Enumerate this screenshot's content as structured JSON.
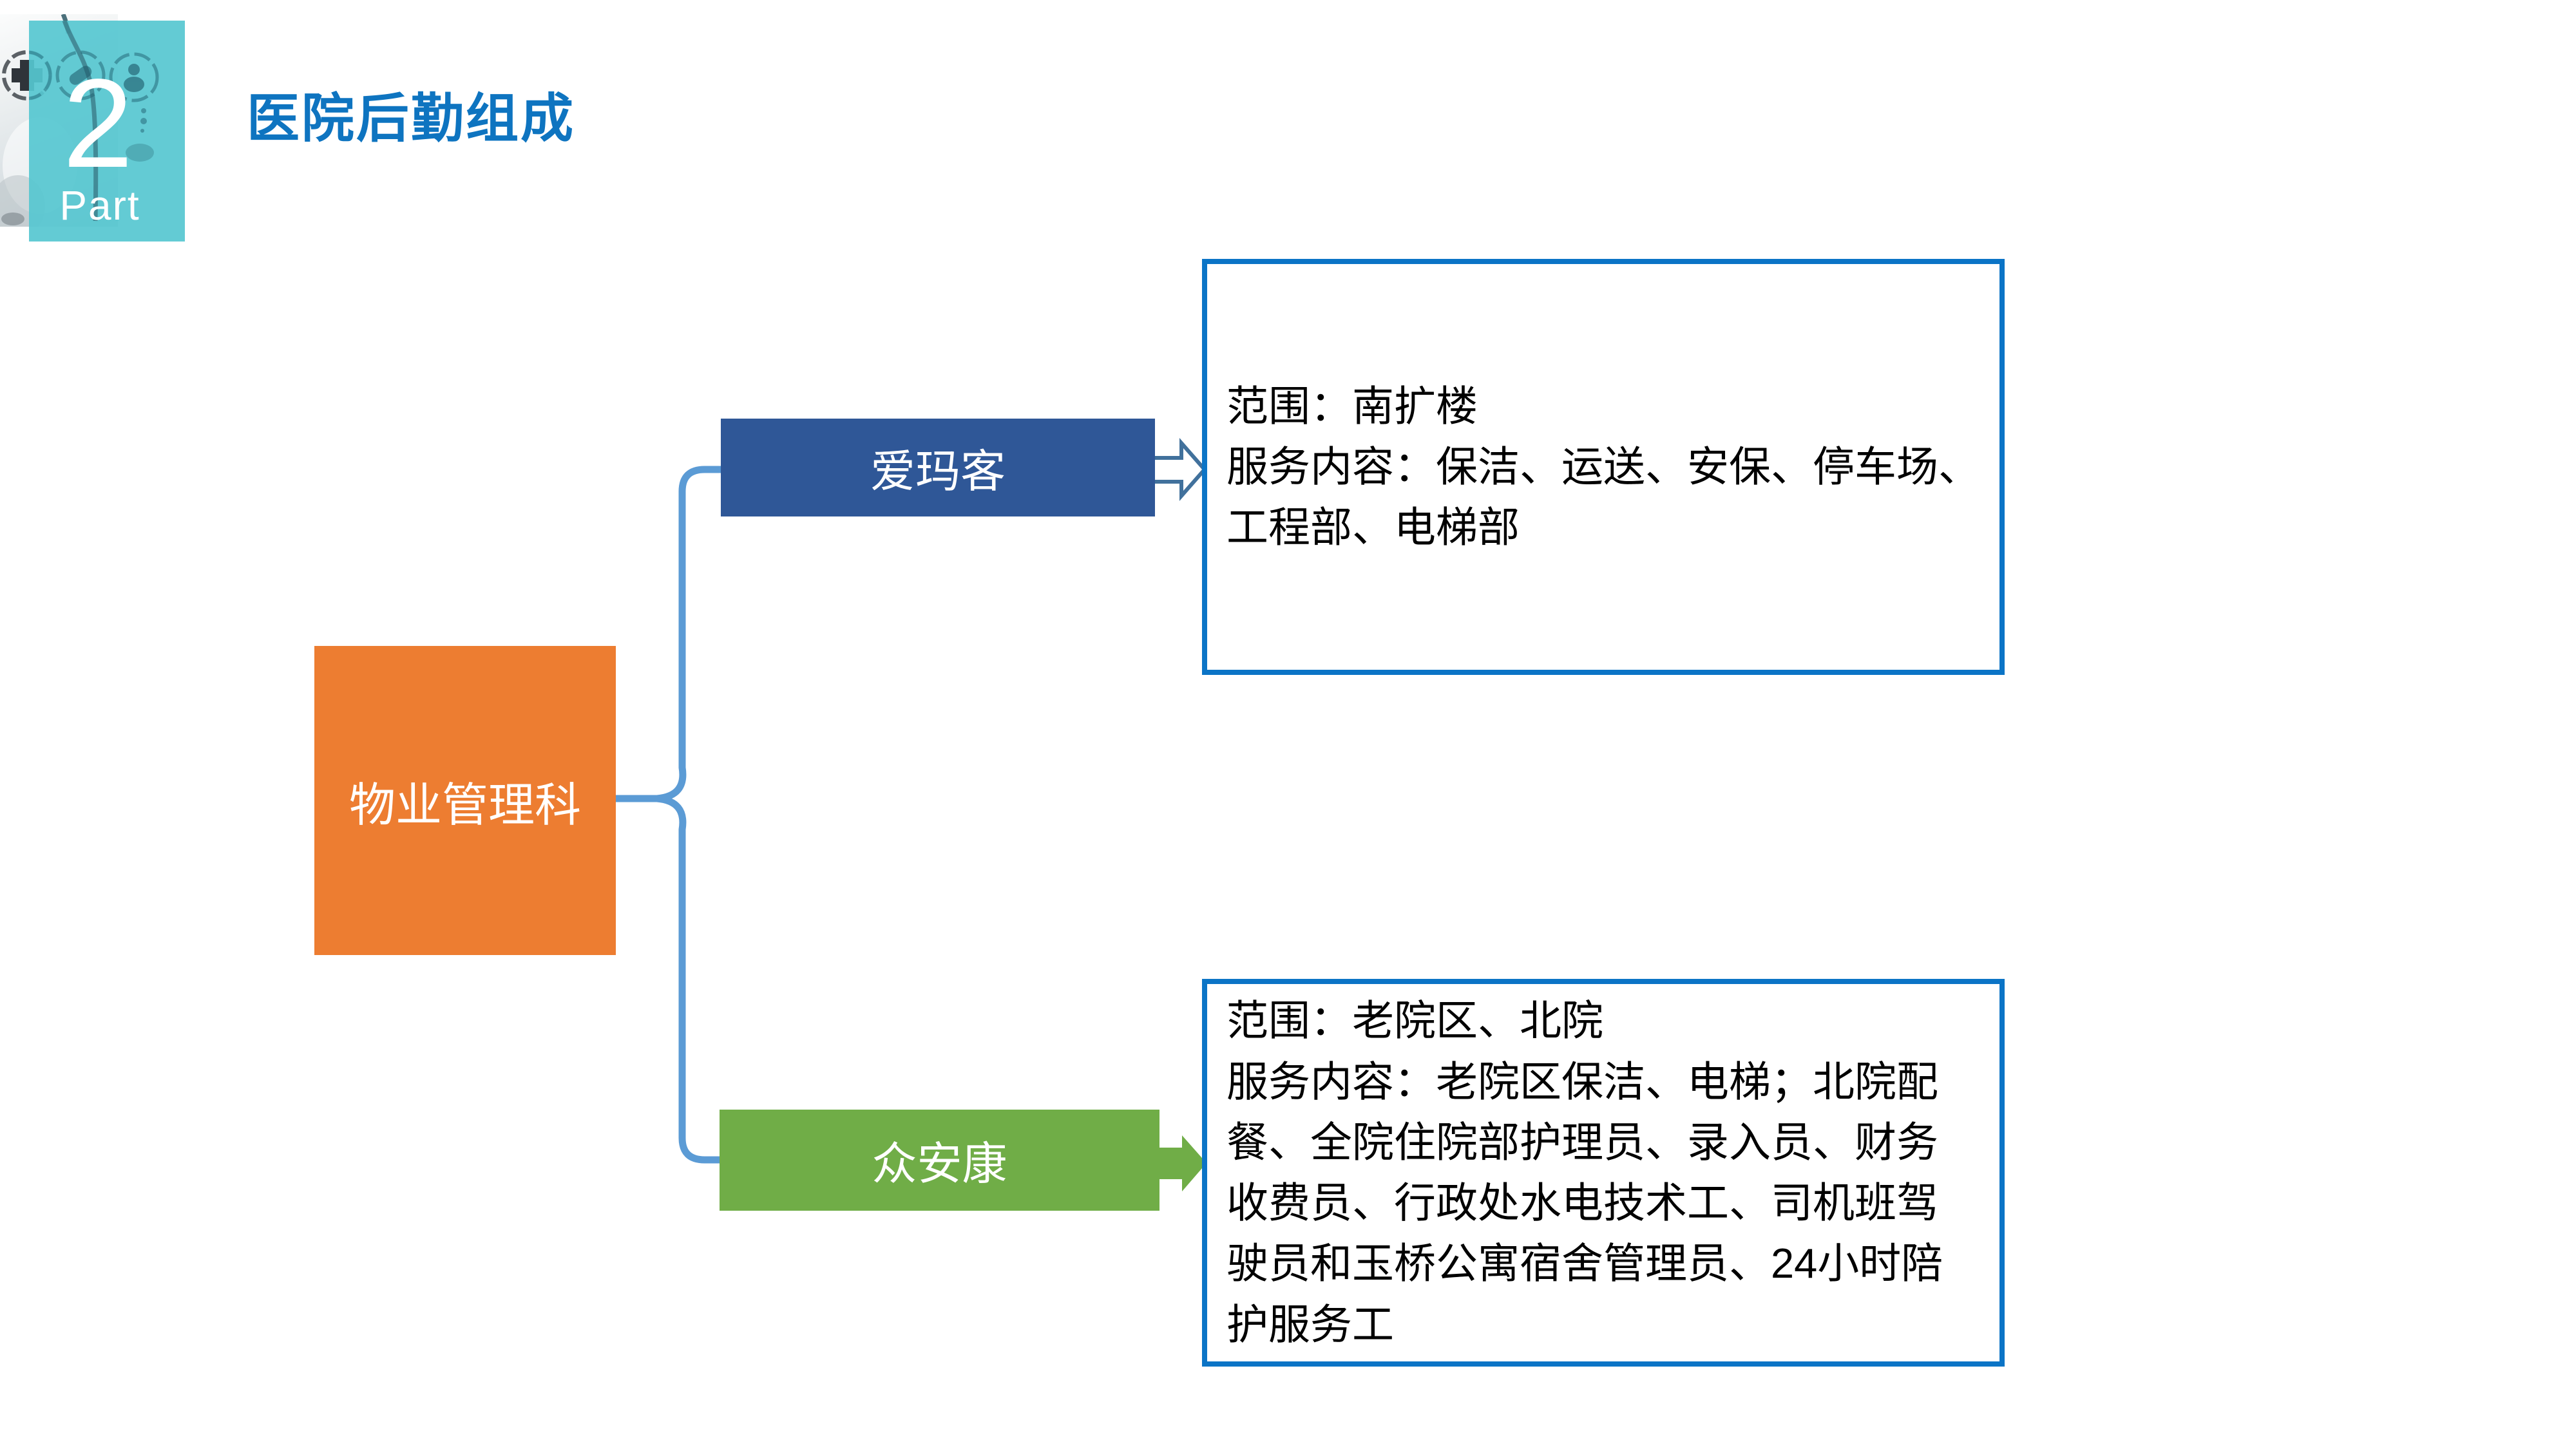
{
  "part_badge": {
    "number": "2",
    "label": "Part"
  },
  "title": "医院后勤组成",
  "diagram": {
    "root": {
      "label": "物业管理科"
    },
    "branches": [
      {
        "label": "爱玛客",
        "detail": "范围：南扩楼\n服务内容：保洁、运送、安保、停车场、\n工程部、电梯部"
      },
      {
        "label": "众安康",
        "detail": "范围：老院区、北院\n服务内容：老院区保洁、电梯；北院配\n餐、全院住院部护理员、录入员、财务\n收费员、行政处水电技术工、司机班驾\n驶员和玉桥公寓宿舍管理员、24小时陪\n护服务工"
      }
    ]
  },
  "icons": {
    "branch1_arrow": "right-arrow-outline-icon",
    "branch2_arrow": "right-arrow-solid-icon",
    "badge_decorations": [
      "medical-cross-icon",
      "capsule-icon",
      "person-icon",
      "stethoscope-tube"
    ]
  },
  "colors": {
    "title_text": "#0E74C0",
    "root_box": "#ED7D31",
    "branch_aramark_box": "#2F5797",
    "branch_zhongankang_box": "#70AD47",
    "connector_line": "#5B9BD5",
    "detail_box_border": "#0B74C6",
    "outline_arrow_stroke": "#41719C",
    "solid_arrow_fill": "#70AD47",
    "badge_teal": "#56C7D0",
    "detail_text": "#000000"
  }
}
